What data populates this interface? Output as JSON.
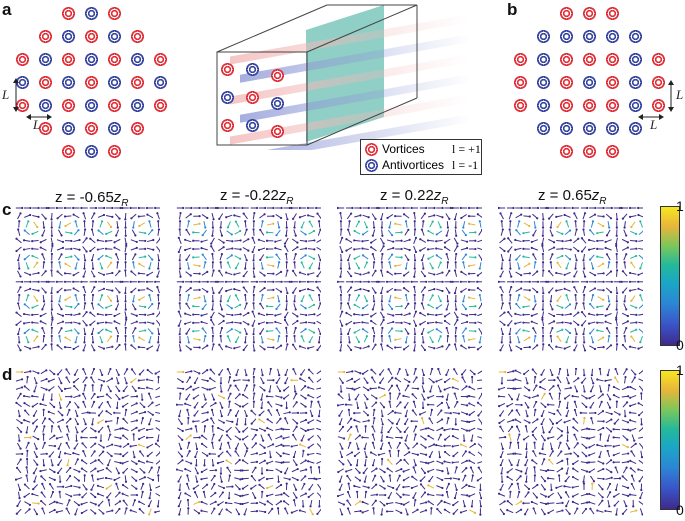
{
  "panels": {
    "a": {
      "label": "a",
      "spacing_label_v": "L",
      "spacing_label_h": "L"
    },
    "b": {
      "label": "b",
      "spacing_label_v": "L",
      "spacing_label_h": "L"
    },
    "c": {
      "label": "c"
    },
    "d": {
      "label": "d"
    }
  },
  "legend": {
    "vortices": {
      "label": "Vortices",
      "charge": "l = +1",
      "color": "#e0303a"
    },
    "antivortices": {
      "label": "Antivortices",
      "charge": "l = -1",
      "color": "#3946a0"
    }
  },
  "z_labels": [
    "z = -0.65zR",
    "z = -0.22zR",
    "z = 0.22zR",
    "z = 0.65zR"
  ],
  "z_parts": [
    {
      "pre": "z = -0.65",
      "z": "z",
      "sub": "R"
    },
    {
      "pre": "z = -0.22",
      "z": "z",
      "sub": "R"
    },
    {
      "pre": "z = 0.22",
      "z": "z",
      "sub": "R"
    },
    {
      "pre": "z = 0.65",
      "z": "z",
      "sub": "R"
    }
  ],
  "colorbar": {
    "max": "1",
    "min": "0",
    "colors": [
      "#3e2a8c",
      "#2c86d6",
      "#25b99a",
      "#e8b53a",
      "#f6e621"
    ]
  },
  "lattice_a": [
    "  RBR  ",
    " RBRBR ",
    "RBRBRBR",
    "BRBRBRB",
    "RBRBRBR",
    " RBRBR ",
    "  RBR  "
  ],
  "lattice_b": [
    "  RRR  ",
    " BBBBB ",
    "RBRRRBR",
    "RBRBRBR",
    "RBRRRBR",
    " BBBBB ",
    "  RRR  "
  ],
  "cube_front": [
    [
      "R",
      "B",
      "R"
    ],
    [
      "B",
      "R",
      "B"
    ],
    [
      "R",
      "B",
      "R"
    ]
  ]
}
